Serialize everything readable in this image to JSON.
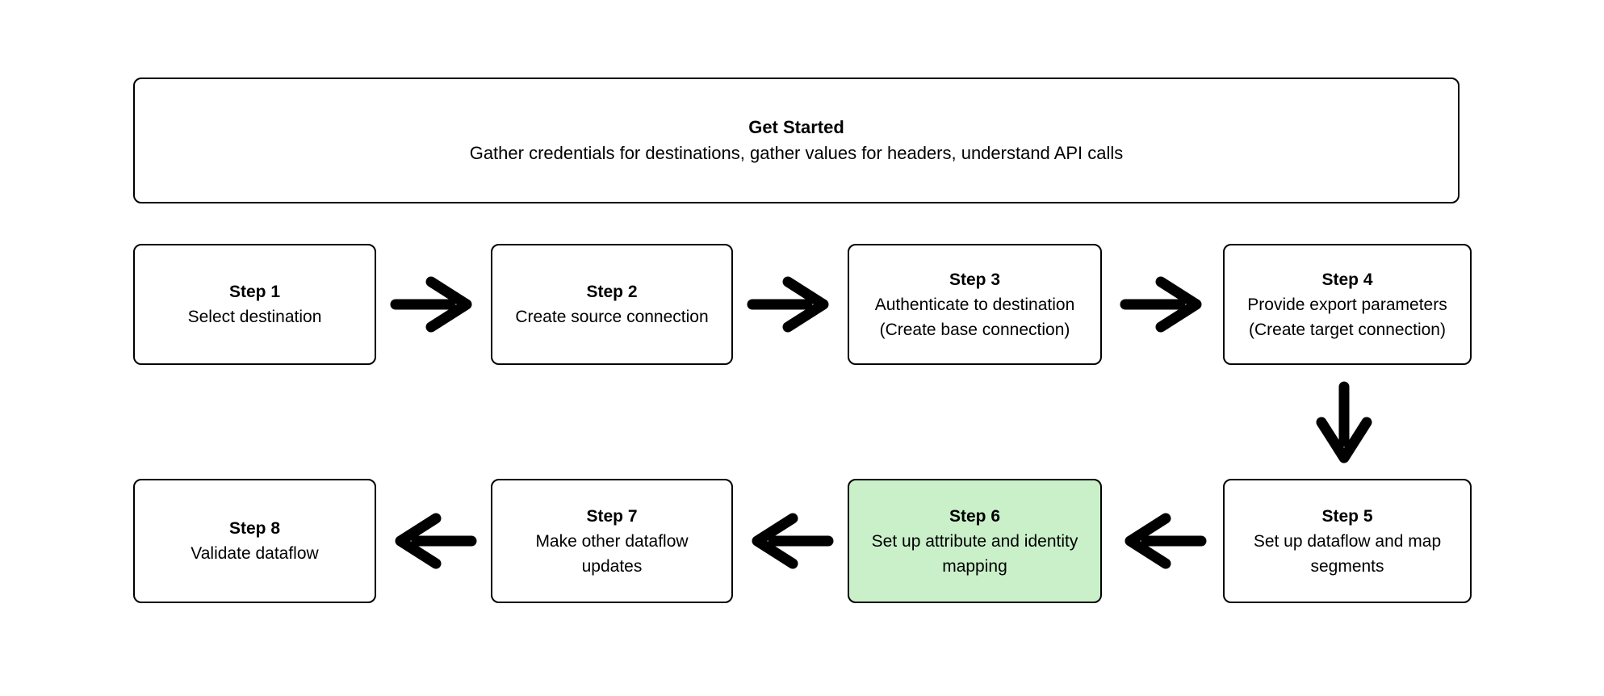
{
  "diagram": {
    "colors": {
      "background": "#ffffff",
      "box_fill": "#ffffff",
      "box_border": "#000000",
      "text": "#000000",
      "arrow": "#000000",
      "highlight_fill": "#c9f0c9"
    },
    "header": {
      "title": "Get Started",
      "subtitle": "Gather credentials for destinations, gather values for headers, understand API calls"
    },
    "steps": [
      {
        "title": "Step 1",
        "description": "Select destination",
        "highlighted": false
      },
      {
        "title": "Step 2",
        "description": "Create source connection",
        "highlighted": false
      },
      {
        "title": "Step 3",
        "description": "Authenticate to destination\n(Create base connection)",
        "highlighted": false
      },
      {
        "title": "Step 4",
        "description": "Provide export parameters\n(Create target connection)",
        "highlighted": false
      },
      {
        "title": "Step 5",
        "description": "Set up dataflow and map\nsegments",
        "highlighted": false
      },
      {
        "title": "Step 6",
        "description": "Set up attribute and identity\nmapping",
        "highlighted": true
      },
      {
        "title": "Step 7",
        "description": "Make other dataflow\nupdates",
        "highlighted": false
      },
      {
        "title": "Step 8",
        "description": "Validate dataflow",
        "highlighted": false
      }
    ],
    "arrows": [
      {
        "from": "step-1",
        "to": "step-2",
        "direction": "right"
      },
      {
        "from": "step-2",
        "to": "step-3",
        "direction": "right"
      },
      {
        "from": "step-3",
        "to": "step-4",
        "direction": "right"
      },
      {
        "from": "step-4",
        "to": "step-5",
        "direction": "down"
      },
      {
        "from": "step-5",
        "to": "step-6",
        "direction": "left"
      },
      {
        "from": "step-6",
        "to": "step-7",
        "direction": "left"
      },
      {
        "from": "step-7",
        "to": "step-8",
        "direction": "left"
      }
    ]
  }
}
